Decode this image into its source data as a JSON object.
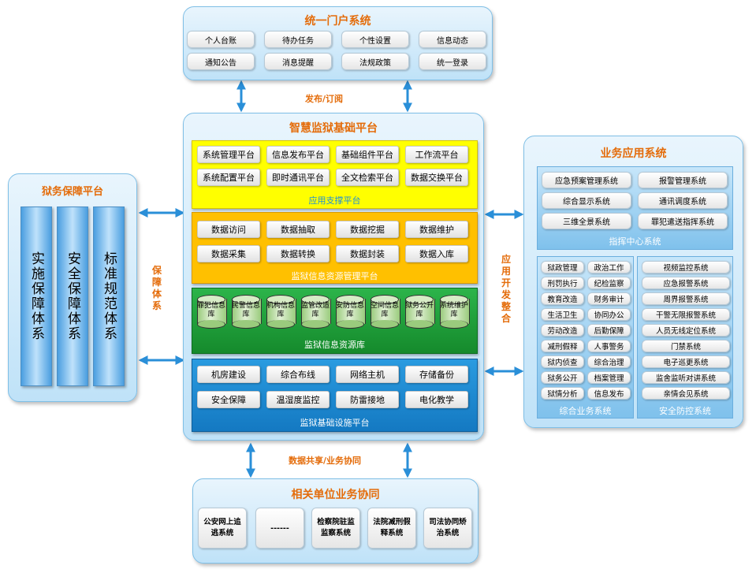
{
  "portal": {
    "title": "统一门户系统",
    "items": [
      "个人台账",
      "待办任务",
      "个性设置",
      "信息动态",
      "通知公告",
      "消息提醒",
      "法规政策",
      "统一登录"
    ]
  },
  "publish_label": "发布/订阅",
  "platform": {
    "title": "智慧监狱基础平台",
    "app_support": {
      "title": "应用支撑平台",
      "items": [
        "系统管理平台",
        "信息发布平台",
        "基础组件平台",
        "工作流平台",
        "系统配置平台",
        "即时通讯平台",
        "全文检索平台",
        "数据交换平台"
      ]
    },
    "info_mgmt": {
      "title": "监狱信息资源管理平台",
      "items": [
        "数据访问",
        "数据抽取",
        "数据挖掘",
        "数据维护",
        "数据采集",
        "数据转换",
        "数据封装",
        "数据入库"
      ]
    },
    "info_db": {
      "title": "监狱信息资源库",
      "items": [
        "罪犯信息库",
        "民警信息库",
        "机构信息库",
        "监管改造库",
        "安防信息库",
        "空间信息库",
        "狱务公开库",
        "系统维护库"
      ]
    },
    "infra": {
      "title": "监狱基础设施平台",
      "items": [
        "机房建设",
        "综合布线",
        "网络主机",
        "存储备份",
        "安全保障",
        "温湿度监控",
        "防雷接地",
        "电化教学"
      ]
    }
  },
  "guarantee": {
    "title": "狱务保障平台",
    "pillars": [
      "实施保障体系",
      "安全保障体系",
      "标准规范体系"
    ],
    "side_label": "保障体系"
  },
  "business": {
    "title": "业务应用系统",
    "command": {
      "title": "指挥中心系统",
      "items": [
        "应急预案管理系统",
        "报警管理系统",
        "综合显示系统",
        "通讯调度系统",
        "三维全景系统",
        "罪犯遣送指挥系统"
      ]
    },
    "integrated": {
      "title": "综合业务系统",
      "col1": [
        "狱政管理",
        "刑罚执行",
        "教育改造",
        "生活卫生",
        "劳动改造",
        "减刑假释",
        "狱内侦查",
        "狱务公开",
        "狱情分析"
      ],
      "col2": [
        "政治工作",
        "纪检监察",
        "财务审计",
        "协同办公",
        "后勤保障",
        "人事警务",
        "综合治理",
        "档案管理",
        "信息发布"
      ]
    },
    "security": {
      "title": "安全防控系统",
      "items": [
        "视频监控系统",
        "应急报警系统",
        "周界报警系统",
        "干警无限报警系统",
        "人员无线定位系统",
        "门禁系统",
        "电子巡更系统",
        "监舍监听对讲系统",
        "亲情会见系统"
      ]
    },
    "side_label": "应用开发整合"
  },
  "share_label": "数据共享/业务协同",
  "partners": {
    "title": "相关单位业务协同",
    "items": [
      "公安网上追逃系统",
      "------",
      "检察院驻监监察系统",
      "法院减刑假释系统",
      "司法协同矫治系统"
    ]
  },
  "colors": {
    "accent_orange": "#e46c0a",
    "layer_yellow": "#ffff00",
    "layer_amber": "#ffc000",
    "layer_green": "#1ea13a",
    "layer_blue": "#1f8fd6",
    "arrow_blue": "#2a8fd8"
  }
}
